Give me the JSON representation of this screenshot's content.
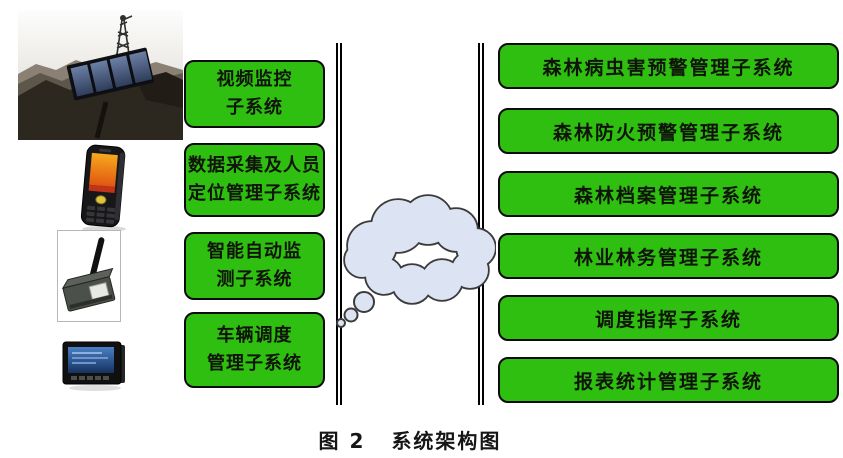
{
  "figure": {
    "caption": {
      "label": "图 2",
      "title": "系统架构图"
    }
  },
  "colors": {
    "box_green": "#2ebf10",
    "box_border": "#0b0b0b",
    "cloud_fill": "#dce4f4",
    "cloud_stroke": "#3b3b3b"
  },
  "left_column": {
    "photos": [
      {
        "name": "monitoring-station-photo",
        "desc": "mountain-top solar-powered monitoring tower"
      },
      {
        "name": "handheld-terminal-photo",
        "desc": "handheld data collection PDA"
      },
      {
        "name": "wireless-monitor-photo",
        "desc": "wireless monitoring device with antenna"
      },
      {
        "name": "vehicle-terminal-photo",
        "desc": "vehicle-mounted display terminal"
      }
    ],
    "boxes": [
      {
        "id": "video-surveillance-subsystem",
        "lines": [
          "视频监控",
          "子系统"
        ]
      },
      {
        "id": "data-collection-personnel-positioning-subsystem",
        "lines": [
          "数据采集及人员",
          "定位管理子系统"
        ]
      },
      {
        "id": "intelligent-auto-monitoring-subsystem",
        "lines": [
          "智能自动监",
          "测子系统"
        ]
      },
      {
        "id": "vehicle-dispatch-management-subsystem",
        "lines": [
          "车辆调度",
          "管理子系统"
        ]
      }
    ]
  },
  "middle": {
    "cloud": {
      "name": "network-cloud",
      "desc": "communication network cloud"
    }
  },
  "right_column": {
    "boxes": [
      {
        "id": "forest-pest-warning-subsystem",
        "label": "森林病虫害预警管理子系统"
      },
      {
        "id": "forest-fire-warning-subsystem",
        "label": "森林防火预警管理子系统"
      },
      {
        "id": "forest-archives-subsystem",
        "label": "森林档案管理子系统"
      },
      {
        "id": "forestry-affairs-subsystem",
        "label": "林业林务管理子系统"
      },
      {
        "id": "dispatch-command-subsystem",
        "label": "调度指挥子系统"
      },
      {
        "id": "report-statistics-subsystem",
        "label": "报表统计管理子系统"
      }
    ]
  }
}
